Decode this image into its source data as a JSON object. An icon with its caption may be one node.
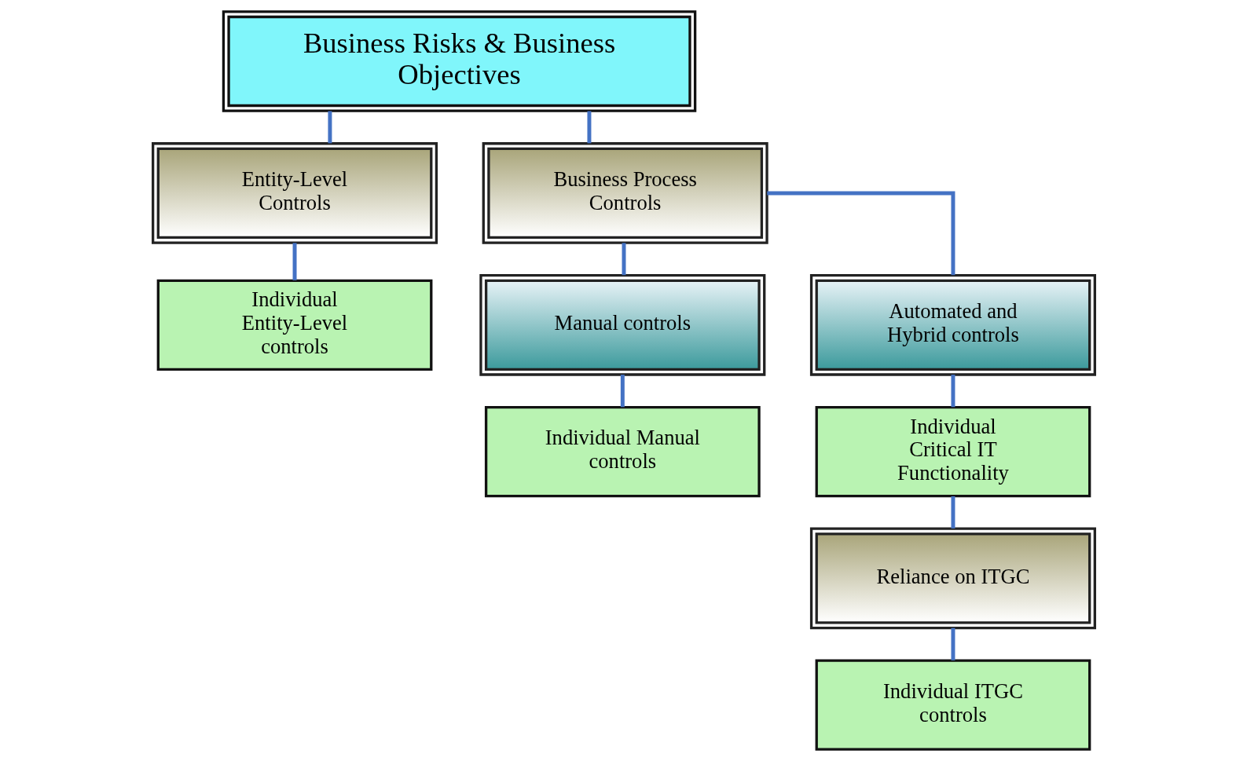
{
  "diagram": {
    "nodes": [
      {
        "text": [
          "Business Risks & Business Objectives"
        ]
      },
      {
        "text": [
          "Entity-Level Controls"
        ]
      },
      {
        "text": [
          "Business Process Controls"
        ]
      },
      {
        "text": [
          "Individual Entity-Level controls"
        ]
      },
      {
        "text": [
          "Manual controls"
        ]
      },
      {
        "text": [
          "Automated and Hybrid controls"
        ]
      },
      {
        "text": [
          "Individual Manual controls"
        ]
      },
      {
        "text": [
          "Individual Critical IT Functionality"
        ]
      },
      {
        "text": [
          "Reliance on ITGC"
        ]
      },
      {
        "text": [
          "Individual ITGC controls"
        ]
      }
    ],
    "edges": [
      {
        "from": 0,
        "to": 1,
        "arrow": "none"
      },
      {
        "from": 0,
        "to": 2,
        "arrow": "none"
      },
      {
        "from": 1,
        "to": 3,
        "arrow": "none"
      },
      {
        "from": 2,
        "to": 4,
        "arrow": "none"
      },
      {
        "from": 2,
        "to": 5,
        "arrow": "none"
      },
      {
        "from": 4,
        "to": 6,
        "arrow": "none"
      },
      {
        "from": 5,
        "to": 7,
        "arrow": "none"
      },
      {
        "from": 7,
        "to": 8,
        "arrow": "none"
      },
      {
        "from": 8,
        "to": 9,
        "arrow": "none"
      }
    ]
  }
}
